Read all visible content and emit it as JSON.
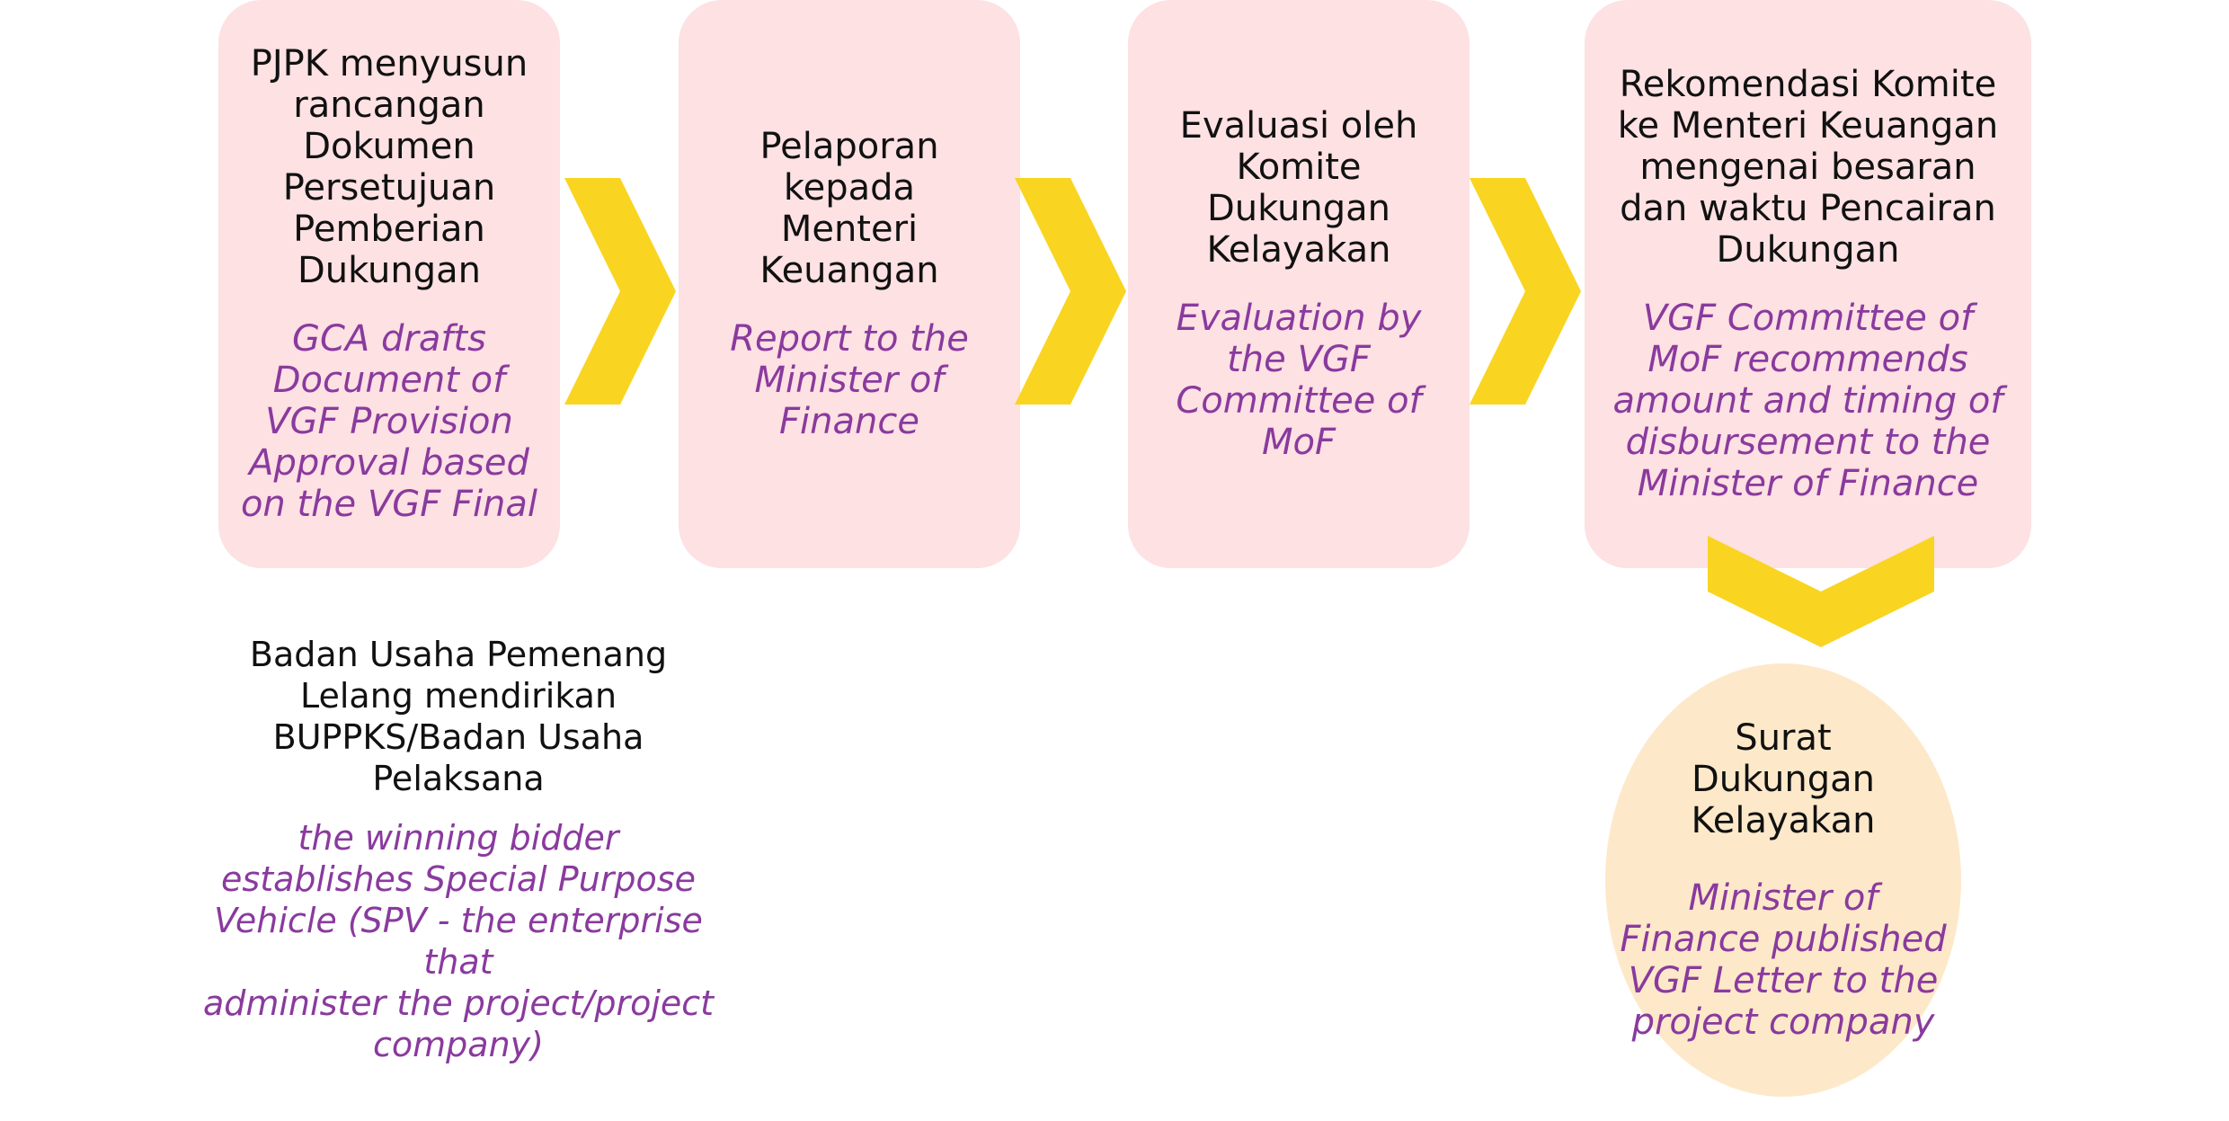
{
  "steps": [
    {
      "id_text": "PJPK menyusun\nrancangan\nDokumen\nPersetujuan\nPemberian\nDukungan",
      "en_text": "GCA drafts\nDocument of\nVGF Provision\nApproval based\non the VGF Final"
    },
    {
      "id_text": "Pelaporan\nkepada\nMenteri\nKeuangan",
      "en_text": "Report to the\nMinister of\nFinance"
    },
    {
      "id_text": "Evaluasi oleh\nKomite\nDukungan\nKelayakan",
      "en_text": "Evaluation by\nthe VGF\nCommittee of\nMoF"
    },
    {
      "id_text": "Rekomendasi Komite\nke Menteri Keuangan\nmengenai besaran\ndan waktu Pencairan\nDukungan",
      "en_text": "VGF Committee of\nMoF recommends\namount and timing of\ndisbursement to the\nMinister of Finance"
    }
  ],
  "final": {
    "id_text": "Surat\nDukungan\nKelayakan",
    "en_text": "Minister of\nFinance published\nVGF Letter to the\nproject company"
  },
  "note": {
    "id_text": "Badan Usaha Pemenang\nLelang mendirikan\nBUPPKS/Badan Usaha\nPelaksana",
    "en_text": "the winning bidder\nestablishes Special Purpose\nVehicle (SPV - the enterprise that\nadminister the project/project\ncompany)"
  },
  "colors": {
    "box_fill": "#fde1e3",
    "circle_fill": "#fde9c9",
    "arrow": "#f9d421",
    "english_text": "#8a3a9e"
  }
}
